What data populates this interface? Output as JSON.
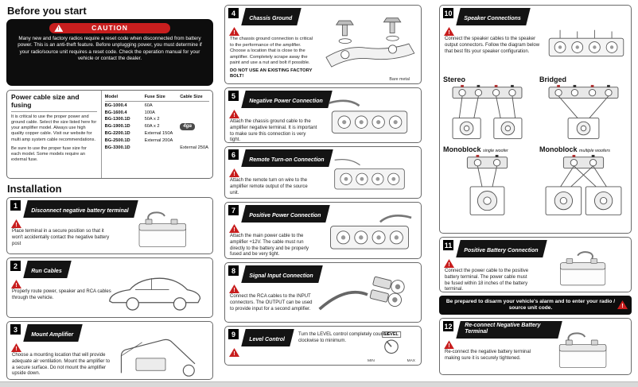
{
  "headings": {
    "before_you_start": "Before you start",
    "installation": "Installation",
    "stereo": "Stereo",
    "bridged": "Bridged",
    "monoblock_single_title": "Monoblock",
    "monoblock_single_sub": "single woofer",
    "monoblock_multiple_title": "Monoblock",
    "monoblock_multiple_sub": "multiple woofers"
  },
  "colors": {
    "accent_red": "#c81e1e",
    "banner_black": "#0d0d0d"
  },
  "caution": {
    "label": "CAUTION",
    "text": "Many new and factory radios require a reset code when disconnected from battery power. This is an anti-theft feature. Before unplugging power, you must determine if your radio/source unit requires a reset code. Check the operation manual for your vehicle or contact the dealer."
  },
  "power_table": {
    "title": "Power cable size and fusing",
    "para1": "It is critical to use the proper power and ground cable. Select the size listed here for your amplifier model. Always use high quality copper cable. Visit our website for multi amp system cable recommendations.",
    "para2": "Be sure to use the proper fuse size for each model. Some models require an external fuse.",
    "headers": [
      "Model",
      "Fuse Size",
      "Cable Size"
    ],
    "badge": "4ga",
    "rows": [
      {
        "model": "BG-1000.4",
        "fuse": "60A",
        "cable": ""
      },
      {
        "model": "BG-1600.4",
        "fuse": "100A",
        "cable": ""
      },
      {
        "model": "BG-1300.1D",
        "fuse": "50A x 2",
        "cable": ""
      },
      {
        "model": "BG-1900.1D",
        "fuse": "60A x 2",
        "cable": "4ga"
      },
      {
        "model": "BG-2200.1D",
        "fuse": "External 150A",
        "cable": ""
      },
      {
        "model": "BG-2500.1D",
        "fuse": "External 200A",
        "cable": ""
      },
      {
        "model": "BG-3300.1D",
        "fuse": "",
        "cable": "External 250A"
      }
    ]
  },
  "steps": [
    {
      "num": "1",
      "title": "Disconnect negative battery terminal",
      "text": "Place terminal in a secure position so that it won't accidentally contact the negative battery post"
    },
    {
      "num": "2",
      "title": "Run Cables",
      "text": "Properly route power, speaker and RCA cables through the vehicle."
    },
    {
      "num": "3",
      "title": "Mount Amplifier",
      "text": "Choose a mounting location that will provide adequate air ventilation. Mount the amplifier to a secure surface. Do not mount the amplifier upside down."
    },
    {
      "num": "4",
      "title": "Chassis Ground",
      "text": "The chassis ground connection is critical to the performance of the amplifier. Choose a location that is close to the amplifier. Completely scrape away the paint and use a nut and bolt if possible.",
      "bold": "DO NOT USE AN EXISTING FACTORY BOLT!",
      "caption": "Bare metal"
    },
    {
      "num": "5",
      "title": "Negative Power Connection",
      "text": "Attach the chassis ground cable to the amplifier negative terminal. It is important to make sure this connection is very tight."
    },
    {
      "num": "6",
      "title": "Remote Turn-on Connection",
      "text": "Attach the remote turn on wire to the amplifier remote output of the source unit."
    },
    {
      "num": "7",
      "title": "Positive Power Connection",
      "text": "Attach the main power cable to the amplifier +12V. The cable must run directly to the battery and be properly fused and be very tight."
    },
    {
      "num": "8",
      "title": "Signal Input Connection",
      "text": "Connect the RCA cables to the INPUT connectors. The OUTPUT can be used to provide input for a second amplifier."
    },
    {
      "num": "9",
      "title": "Level Control",
      "text": "Turn the LEVEL control completely counter-clockwise to minimum."
    },
    {
      "num": "10",
      "title": "Speaker Connections",
      "text": "Connect the speaker cables to the speaker output connectors. Follow the diagram below that best fits your speaker configuration."
    },
    {
      "num": "11",
      "title": "Positive Battery Connection",
      "text": "Connect the power cable to the positive battery terminal. The power cable must be fused within 18 inches of the battery terminal."
    },
    {
      "num": "12",
      "title": "Re-connect Negative Battery Terminal",
      "text": "Re-connect the negative battery terminal making sure it is securely tightened."
    }
  ],
  "level_control": {
    "label": "LEVEL",
    "min": "MIN",
    "max": "MAX"
  },
  "alarm_banner": "Be prepared to disarm your vehicle's alarm and to enter your radio / source unit code."
}
